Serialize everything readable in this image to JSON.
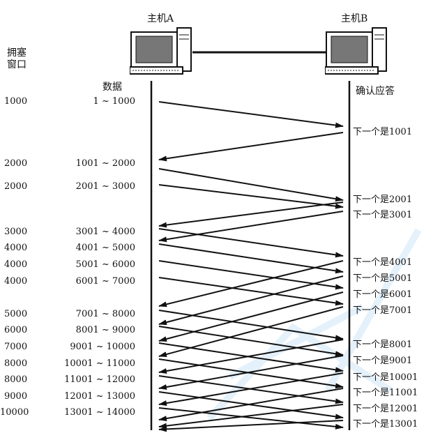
{
  "hostA": "主机A",
  "hostB": "主机B",
  "cwnd_header": "拥塞\n窗口",
  "data_header": "数据",
  "ack_header": "确认应答",
  "rows": [
    {
      "cwnd": "1000",
      "range": "1 ~ 1000"
    },
    {
      "cwnd": "2000",
      "range": "1001 ~ 2000"
    },
    {
      "cwnd": "2000",
      "range": "2001 ~ 3000"
    },
    {
      "cwnd": "3000",
      "range": "3001 ~ 4000"
    },
    {
      "cwnd": "4000",
      "range": "4001 ~ 5000"
    },
    {
      "cwnd": "4000",
      "range": "5001 ~ 6000"
    },
    {
      "cwnd": "4000",
      "range": "6001 ~ 7000"
    },
    {
      "cwnd": "5000",
      "range": "7001 ~ 8000"
    },
    {
      "cwnd": "6000",
      "range": "8001 ~ 9000"
    },
    {
      "cwnd": "7000",
      "range": "9001 ~ 10000"
    },
    {
      "cwnd": "8000",
      "range": "10001 ~ 11000"
    },
    {
      "cwnd": "8000",
      "range": "11001 ~ 12000"
    },
    {
      "cwnd": "9000",
      "range": "12001 ~ 13000"
    },
    {
      "cwnd": "10000",
      "range": "13001 ~ 14000"
    }
  ],
  "acks": [
    "下一个是1001",
    "下一个是2001",
    "下一个是3001",
    "下一个是4001",
    "下一个是5001",
    "下一个是6001",
    "下一个是7001",
    "下一个是8001",
    "下一个是9001",
    "下一个是10001",
    "下一个是11001",
    "下一个是12001",
    "下一个是13001"
  ],
  "colors": {
    "line": "#111111",
    "watermark": "#cfe6f7"
  }
}
